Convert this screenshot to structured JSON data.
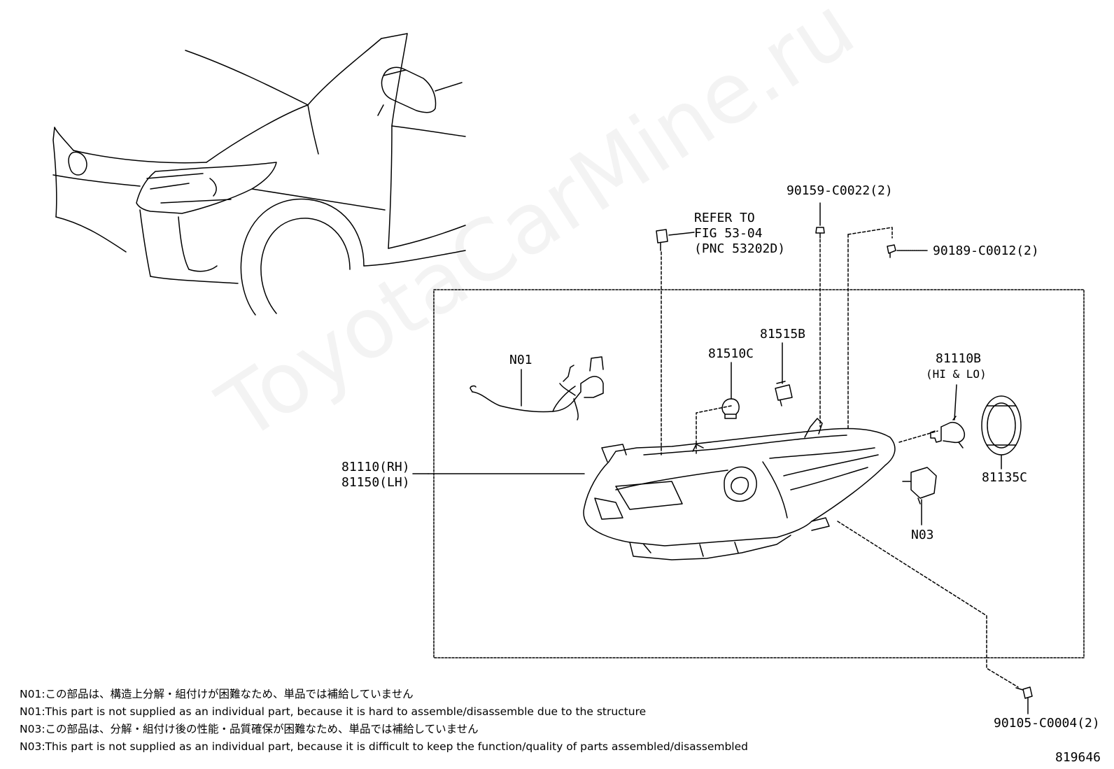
{
  "diagram": {
    "watermark": "ToyotaCarMine.ru",
    "figure_id": "819646",
    "callouts": {
      "refer_to": [
        "REFER TO",
        "FIG 53-04",
        "(PNC 53202D)"
      ],
      "p90159": "90159-C0022(2)",
      "p90189": "90189-C0012(2)",
      "p81515B": "81515B",
      "p81510C": "81510C",
      "pN01": "N01",
      "p81110B": "81110B",
      "p81110B_note": "(HI & LO)",
      "p81110RH": "81110(RH)",
      "p81150LH": "81150(LH)",
      "p81135C": "81135C",
      "pN03": "N03",
      "p90105": "90105-C0004(2)"
    },
    "notes": [
      "N01:この部品は、構造上分解・組付けが困難なため、単品では補給していません",
      "N01:This part is not supplied as an individual part, because it is hard to assemble/disassemble due to the structure",
      "N03:この部品は、分解・組付け後の性能・品質確保が困難なため、単品では補給していません",
      "N03:This part is not supplied as an individual part, because it is difficult to keep the function/quality of parts assembled/disassembled"
    ]
  }
}
